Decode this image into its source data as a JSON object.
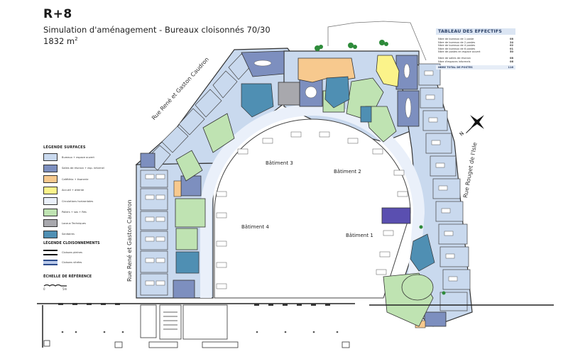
{
  "header": {
    "title": "R+8",
    "subtitle": "Simulation d'aménagement - Bureaux cloisonnés 70/30",
    "area_value": "1832 m",
    "area_unit_sup": "2"
  },
  "effectifs_table": {
    "title": "TABLEAU DES EFFECTIFS",
    "rows": [
      {
        "label": "Nbre de bureaux de 1 poste",
        "value": "08"
      },
      {
        "label": "Nbre de bureaux de 2 postes",
        "value": "24"
      },
      {
        "label": "Nbre de bureaux de 4 postes",
        "value": "02"
      },
      {
        "label": "Nbre de bureaux de 6 postes",
        "value": "01"
      },
      {
        "label": "Nbre de postes en espace ouvert",
        "value": "50"
      }
    ],
    "rows2": [
      {
        "label": "Nbre de salles de réunion",
        "value": "08"
      },
      {
        "label": "Nbre d'espaces informels",
        "value": "06"
      }
    ],
    "total": {
      "label": "NBRE TOTAL DE POSTES",
      "value": "116"
    }
  },
  "legend_surfaces": {
    "title": "LÉGENDE SURFACES",
    "items": [
      {
        "label": "Bureaux + espace ouvert",
        "color": "#c9d9ee"
      },
      {
        "label": "Salles de réunion + esp. informel",
        "color": "#7d8fbf"
      },
      {
        "label": "Cafétéria + tisanerie",
        "color": "#f7c98e"
      },
      {
        "label": "Accueil + attente",
        "color": "#fbf38a"
      },
      {
        "label": "Circulations horizontales",
        "color": "#eaf0fa"
      },
      {
        "label": "Paliers + sas + Rés",
        "color": "#bfe3b2"
      },
      {
        "label": "Locaux Techniques",
        "color": "#a8a8ad"
      },
      {
        "label": "Sanitaires",
        "color": "#4f8fb3"
      }
    ]
  },
  "legend_cloisonnements": {
    "title": "LÉGENDE CLOISONNEMENTS",
    "items": [
      {
        "label": "Cloisons pleines",
        "type": "solid"
      },
      {
        "label": "Cloisons vitrées",
        "type": "glass"
      }
    ]
  },
  "scale": {
    "title": "ÉCHELLE DE RÉFÉRENCE",
    "min": "0",
    "max": "5m"
  },
  "plan": {
    "streets": [
      {
        "label": "Rue René et Gaston Caudron",
        "position": "north-west"
      },
      {
        "label": "Rue René et Gaston Caudron",
        "position": "west"
      },
      {
        "label": "Rue Rouget de l'Isle",
        "position": "east"
      }
    ],
    "buildings": [
      {
        "label": "Bâtiment 1"
      },
      {
        "label": "Bâtiment 2"
      },
      {
        "label": "Bâtiment 3"
      },
      {
        "label": "Bâtiment 4"
      }
    ],
    "compass_label": "N",
    "colors": {
      "office": "#c9d9ee",
      "meeting": "#7d8fbf",
      "cafeteria": "#f7c98e",
      "reception": "#fbf38a",
      "circulation": "#eaf0fa",
      "landing": "#bfe3b2",
      "technical": "#a8a8ad",
      "sanitary": "#4f8fb3",
      "special": "#5a4fb0",
      "wall": "#333333"
    }
  }
}
